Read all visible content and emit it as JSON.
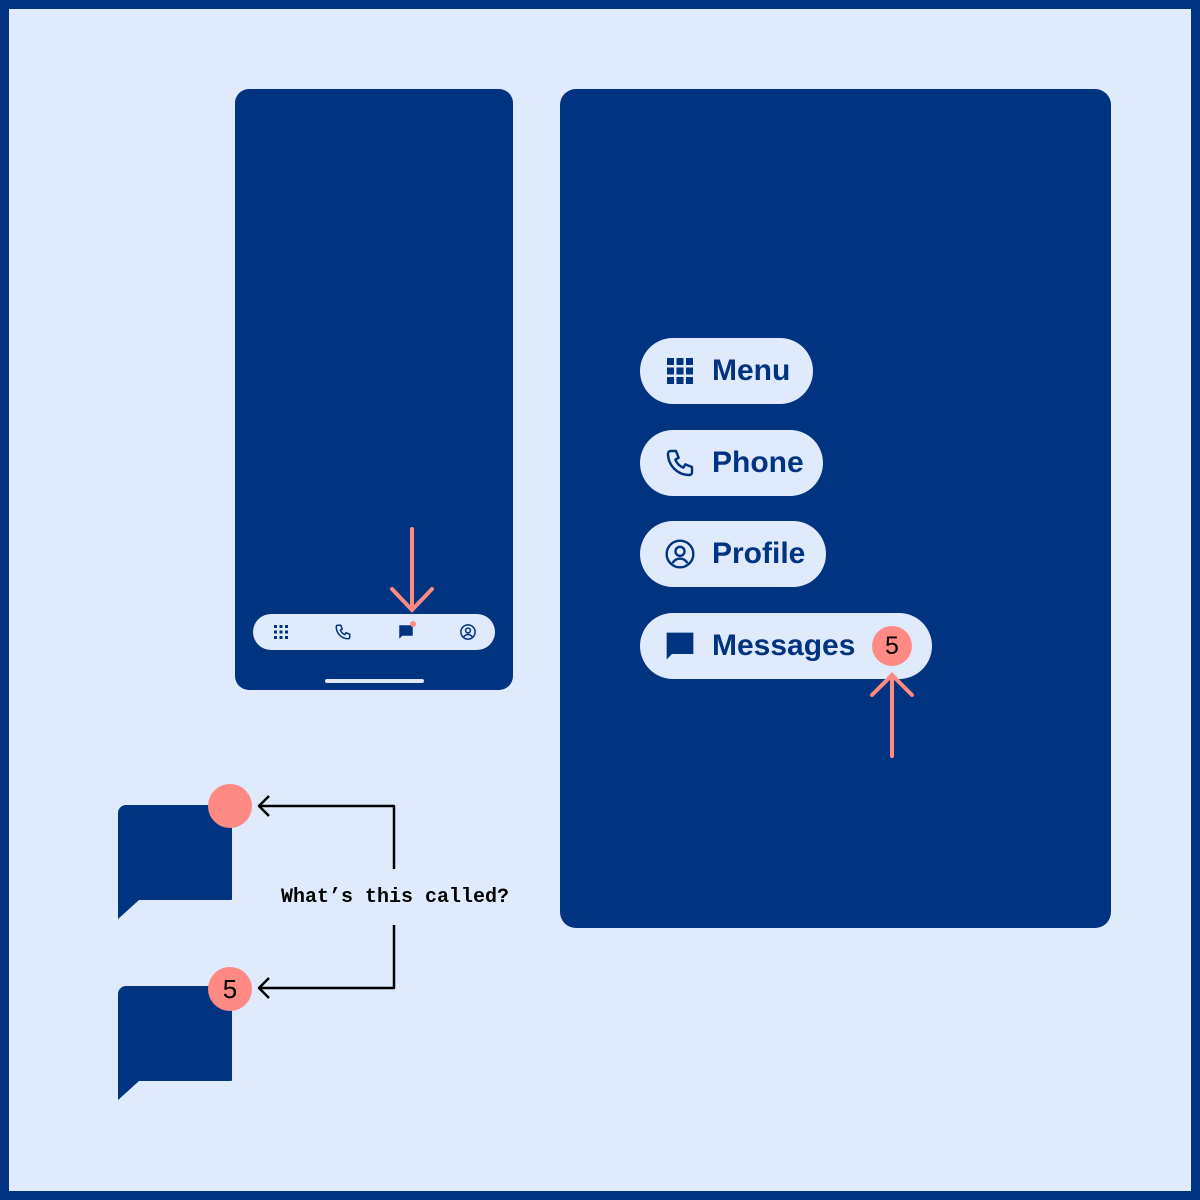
{
  "colors": {
    "navy": "#003380",
    "light_blue": "#dfeafd",
    "badge_salmon": "#ff8a84",
    "annotation_black": "#000000"
  },
  "phone_mockup": {
    "nav_bar_icons": [
      "grid-icon",
      "phone-icon",
      "chat-bubble-icon",
      "profile-icon"
    ],
    "messages_badge": "small-dot"
  },
  "tablet_mockup": {
    "menu_items": [
      {
        "icon": "grid-icon",
        "label": "Menu"
      },
      {
        "icon": "phone-icon",
        "label": "Phone"
      },
      {
        "icon": "profile-icon",
        "label": "Profile"
      },
      {
        "icon": "chat-bubble-icon",
        "label": "Messages",
        "badge": "5"
      }
    ]
  },
  "legend": {
    "question": "What’s this called?",
    "small_badge": "dot",
    "large_badge": "5"
  }
}
